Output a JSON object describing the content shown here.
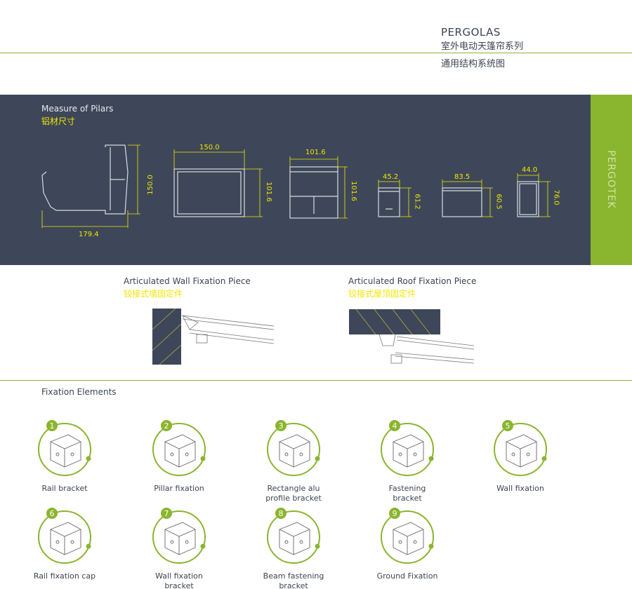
{
  "header": {
    "title": "PERGOLAS",
    "subtitle_cn": "室外电动天篷帘系列",
    "section_cn": "通用结构系统图"
  },
  "brand": "PERGOTEK",
  "colors": {
    "band": "#3d4759",
    "accent": "#8ab52e",
    "dimension": "#f2e600"
  },
  "measure": {
    "title": "Measure of Pilars",
    "title_cn": "铝材尺寸",
    "profiles": [
      {
        "width": "179.4",
        "height": "150.0"
      },
      {
        "width": "150.0",
        "height": "101.6"
      },
      {
        "width": "101.6",
        "height": "101.6"
      },
      {
        "width": "45.2",
        "height": "61.2"
      },
      {
        "width": "83.5",
        "height": "60.5"
      },
      {
        "width": "44.0",
        "height": "76.0"
      }
    ]
  },
  "wall_piece": {
    "title": "Articulated Wall Fixation Piece",
    "title_cn": "铰接式墙固定件"
  },
  "roof_piece": {
    "title": "Articulated Roof Fixation Piece",
    "title_cn": "铰接式屋顶固定件"
  },
  "fixation": {
    "title": "Fixation Elements",
    "items": [
      {
        "num": "1",
        "label": "Rail bracket"
      },
      {
        "num": "2",
        "label": "Pillar fixation"
      },
      {
        "num": "3",
        "label": "Rectangle alu profile bracket"
      },
      {
        "num": "4",
        "label": "Fastening bracket"
      },
      {
        "num": "5",
        "label": "Wall fixation"
      },
      {
        "num": "6",
        "label": "Rail fixation cap"
      },
      {
        "num": "7",
        "label": "Wall fixation bracket"
      },
      {
        "num": "8",
        "label": "Beam fastening bracket"
      },
      {
        "num": "9",
        "label": "Ground Fixation"
      }
    ]
  }
}
